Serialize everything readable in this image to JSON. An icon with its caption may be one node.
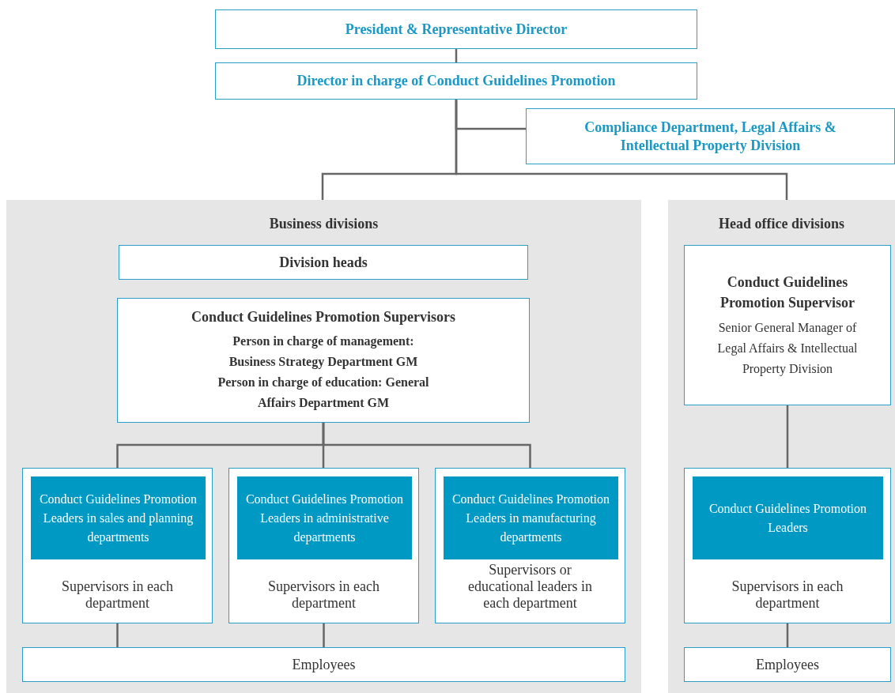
{
  "diagram": {
    "nodes": [
      {
        "text": [
          "President & Representative Director"
        ]
      },
      {
        "text": [
          "Director in charge of Conduct Guidelines Promotion"
        ]
      },
      {
        "text": [
          "Compliance Department, Legal Affairs & Intellectual Property Division"
        ]
      },
      {
        "text": [
          "Business divisions"
        ]
      },
      {
        "text": [
          "Division heads"
        ],
        "in": 3
      },
      {
        "text": [
          "Conduct Guidelines Promotion Supervisors",
          "Person in charge of management: Business Strategy Department GM",
          "Person in charge of education: General Affairs Department GM"
        ],
        "in": 3
      },
      {
        "text": [
          "Supervisors in each department"
        ],
        "in": 3
      },
      {
        "text": [
          "Conduct Guidelines Promotion Leaders in sales and planning departments"
        ],
        "in": 6
      },
      {
        "text": [
          "Supervisors in each department"
        ],
        "in": 3
      },
      {
        "text": [
          "Conduct Guidelines Promotion Leaders in administrative departments"
        ],
        "in": 8
      },
      {
        "text": [
          "Supervisors or educational leaders in each department"
        ],
        "in": 3
      },
      {
        "text": [
          "Conduct Guidelines Promotion Leaders in manufacturing departments"
        ],
        "in": 10
      },
      {
        "text": [
          "Employees"
        ],
        "in": 3
      },
      {
        "text": [
          "Head office divisions"
        ]
      },
      {
        "text": [
          "Conduct Guidelines Promotion Supervisor",
          "Senior General Manager of Legal Affairs & Intellectual Property Division"
        ],
        "in": 13
      },
      {
        "text": [
          "Supervisors in each department"
        ],
        "in": 13
      },
      {
        "text": [
          "Conduct Guidelines Promotion Leaders"
        ],
        "in": 15
      },
      {
        "text": [
          "Employees"
        ],
        "in": 13
      }
    ],
    "edges": [
      {
        "from": 0,
        "to": 1,
        "arrow": "none"
      },
      {
        "from": 1,
        "to": 2,
        "arrow": "none"
      },
      {
        "from": 1,
        "to": 3,
        "arrow": "none"
      },
      {
        "from": 1,
        "to": 13,
        "arrow": "none"
      },
      {
        "from": 5,
        "to": 6,
        "arrow": "none"
      },
      {
        "from": 5,
        "to": 8,
        "arrow": "none"
      },
      {
        "from": 5,
        "to": 10,
        "arrow": "none"
      },
      {
        "from": 6,
        "to": 12,
        "arrow": "none"
      },
      {
        "from": 8,
        "to": 12,
        "arrow": "none"
      },
      {
        "from": 14,
        "to": 15,
        "arrow": "none"
      },
      {
        "from": 15,
        "to": 17,
        "arrow": "none"
      }
    ]
  }
}
